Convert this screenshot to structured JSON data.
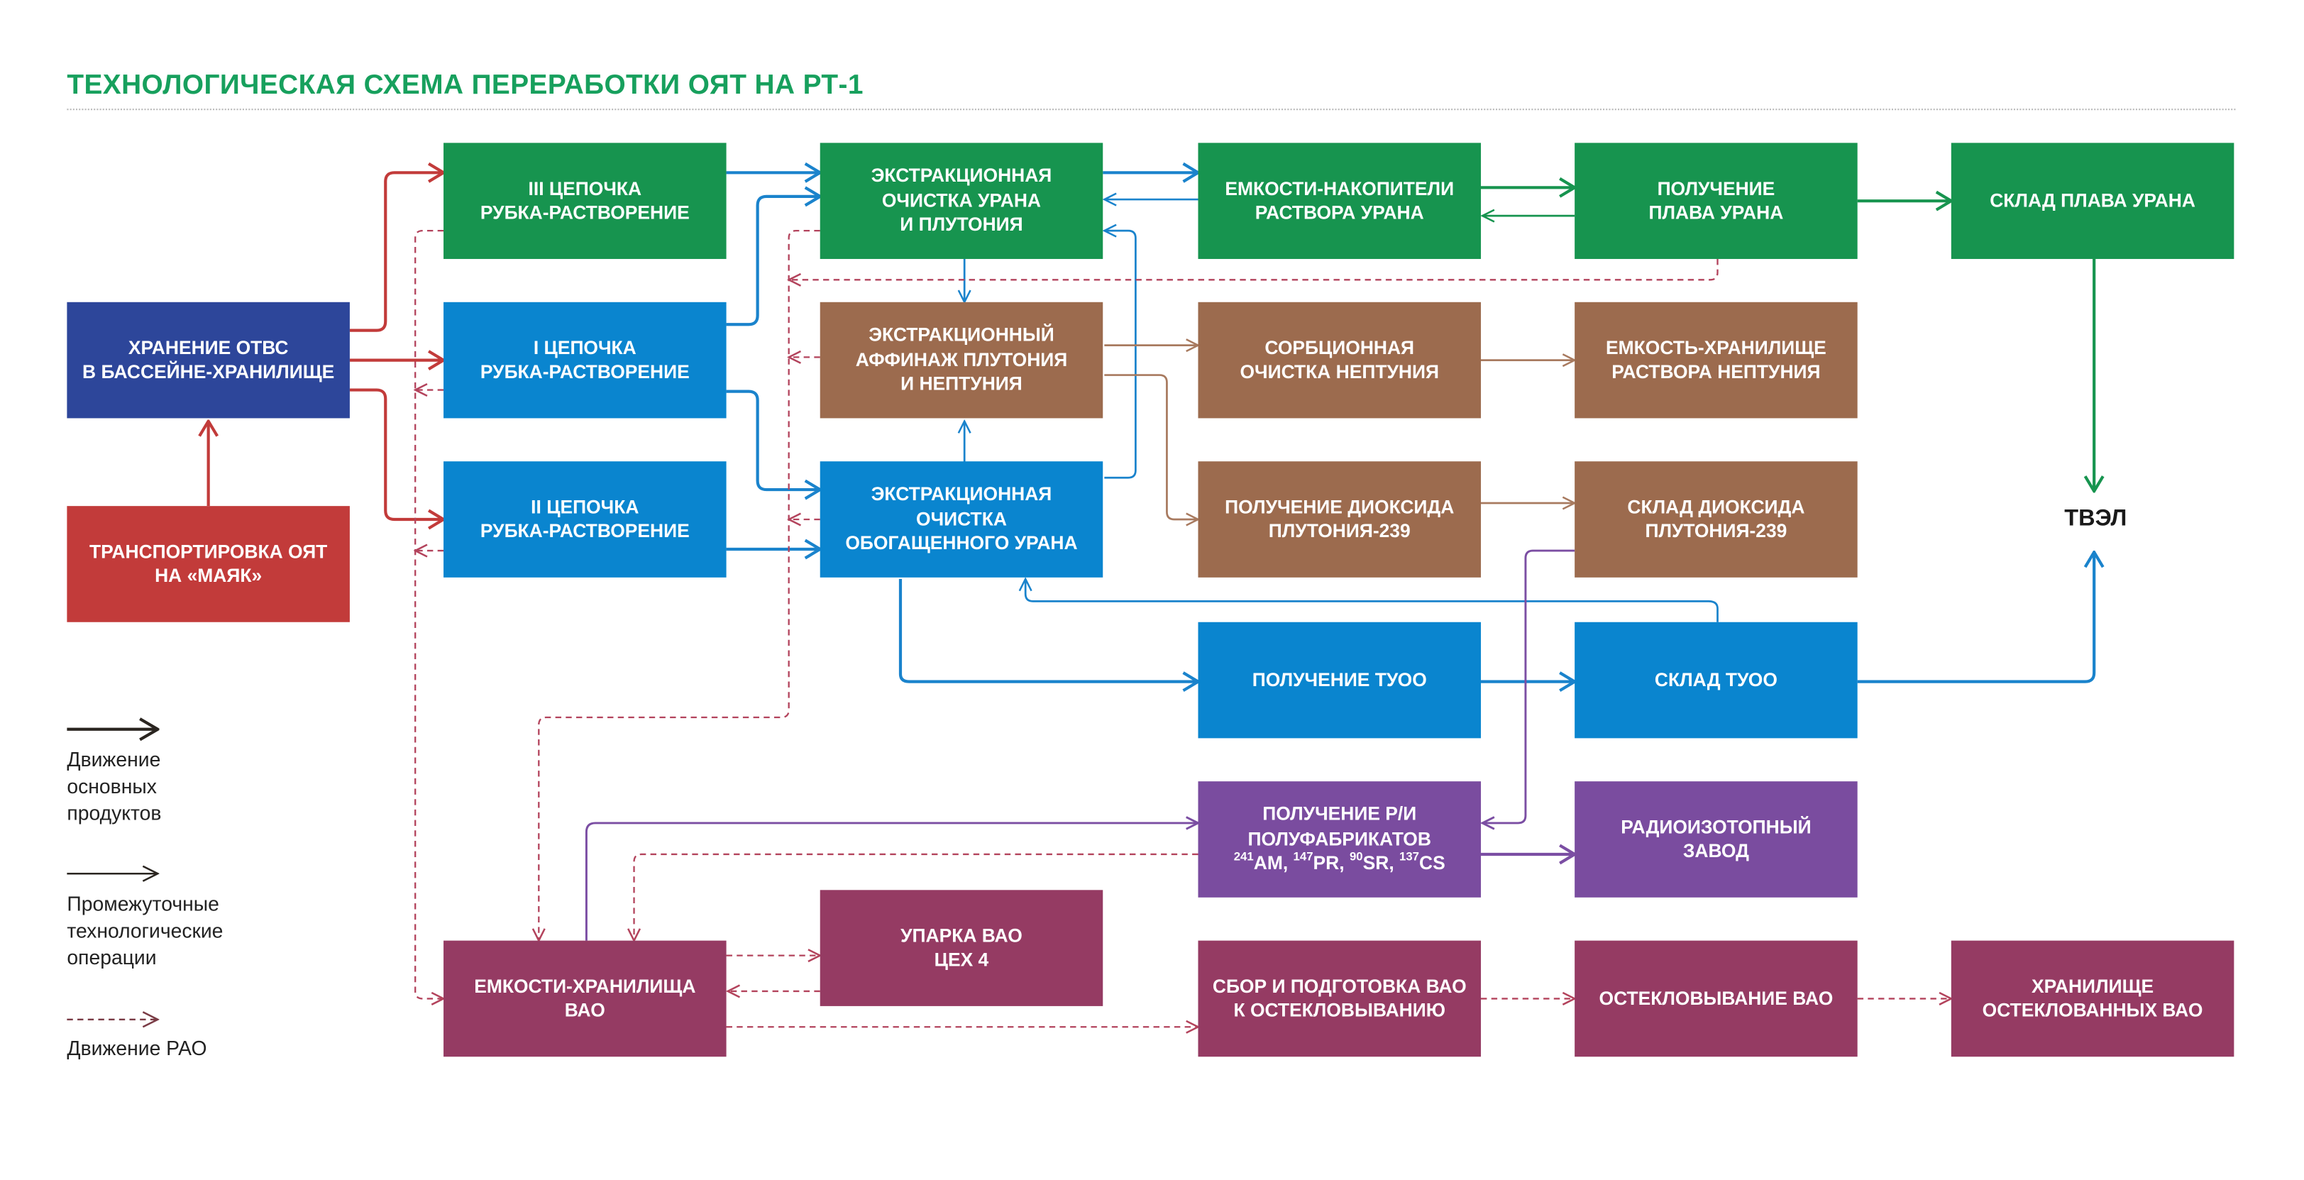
{
  "title": "ТЕХНОЛОГИЧЕСКАЯ СХЕМА ПЕРЕРАБОТКИ ОЯТ НА РТ-1",
  "colors": {
    "title": "#17a05d",
    "main_green": "#17944f",
    "blue": "#0a85cf",
    "brown": "#9c6b4e",
    "purple": "#7a4c9f",
    "navy": "#2d469a",
    "red": "#c23b3a",
    "waste": "#953b63",
    "arrow_main_red": "#c23b3a",
    "arrow_blue": "#1a83cc",
    "arrow_green": "#17944f",
    "arrow_brown": "#a87a5f",
    "arrow_purple": "#7b4ea3",
    "arrow_dashed": "#b3435c",
    "legend": "#2a2520"
  },
  "nodes": {
    "storage": "ХРАНЕНИЕ ОТВС\nВ БАССЕЙНЕ-ХРАНИЛИЩЕ",
    "transport": "ТРАНСПОРТИРОВКА ОЯТ\nНА «МАЯК»",
    "chain3": "III ЦЕПОЧКА\nРУБКА-РАСТВОРЕНИЕ",
    "chain1": "I ЦЕПОЧКА\nРУБКА-РАСТВОРЕНИЕ",
    "chain2": "II ЦЕПОЧКА\nРУБКА-РАСТВОРЕНИЕ",
    "extract_u_pu": "ЭКСТРАКЦИОННАЯ\nОЧИСТКА УРАНА\nИ ПЛУТОНИЯ",
    "affinage": "ЭКСТРАКЦИОННЫЙ\nАФФИНАЖ ПЛУТОНИЯ\nИ НЕПТУНИЯ",
    "extract_enriched": "ЭКСТРАКЦИОННАЯ\nОЧИСТКА\nОБОГАЩЕННОГО УРАНА",
    "u_tanks": "ЕМКОСТИ-НАКОПИТЕЛИ\nРАСТВОРА УРАНА",
    "u_melt": "ПОЛУЧЕНИЕ\nПЛАВА УРАНА",
    "u_melt_store": "СКЛАД ПЛАВА УРАНА",
    "np_sorption": "СОРБЦИОННАЯ\nОЧИСТКА НЕПТУНИЯ",
    "np_tank": "ЕМКОСТЬ-ХРАНИЛИЩЕ\nРАСТВОРА НЕПТУНИЯ",
    "pu_dioxide": "ПОЛУЧЕНИЕ ДИОКСИДА\nПЛУТОНИЯ-239",
    "pu_store": "СКЛАД ДИОКСИДА\nПЛУТОНИЯ-239",
    "tuoo": "ПОЛУЧЕНИЕ ТУОО",
    "tuoo_store": "СКЛАД ТУОО",
    "ri_products": "ПОЛУЧЕНИЕ Р/И\nПОЛУФАБРИКАТОВ",
    "isotopes": [
      {
        "mass": "241",
        "symbol": "AM"
      },
      {
        "mass": "147",
        "symbol": "PR"
      },
      {
        "mass": "90",
        "symbol": "SR"
      },
      {
        "mass": "137",
        "symbol": "CS"
      }
    ],
    "isotope_separator": ", ",
    "ri_plant": "РАДИОИЗОТОПНЫЙ\nЗАВОД",
    "hlw_tanks": "ЕМКОСТИ-ХРАНИЛИЩА\nВАО",
    "hlw_evap": "УПАРКА ВАО\nЦЕХ 4",
    "hlw_prep": "СБОР И ПОДГОТОВКА ВАО\nК ОСТЕКЛОВЫВАНИЮ",
    "vitrification": "ОСТЕКЛОВЫВАНИЕ ВАО",
    "vitrified_store": "ХРАНИЛИЩЕ\nОСТЕКЛОВАННЫХ ВАО",
    "tvel": "ТВЭЛ"
  },
  "legend": {
    "main": "Движение\nосновных\nпродуктов",
    "intermediate": "Промежуточные\nтехнологические\nоперации",
    "rao": "Движение РАО"
  }
}
